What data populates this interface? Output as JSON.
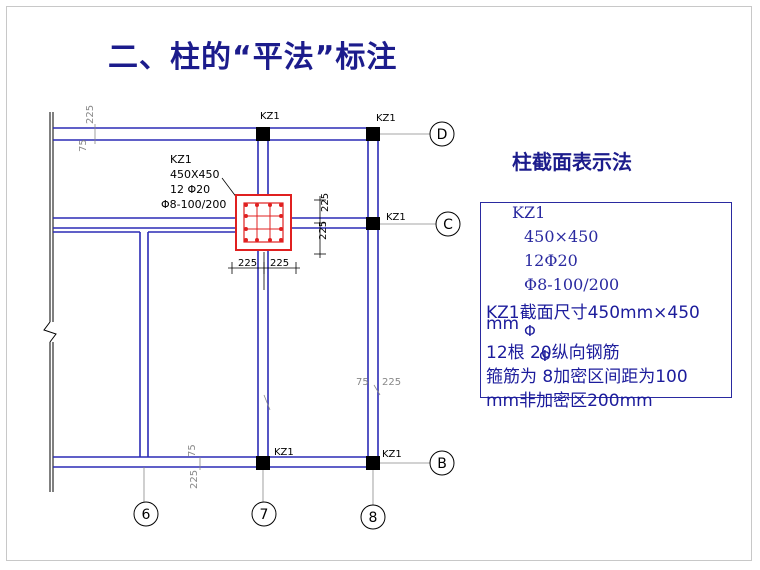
{
  "title": "二、柱的“平法”标注",
  "section_title": "柱截面表示法",
  "legend": {
    "line1": "KZ1",
    "line2": "450×450",
    "line3": "12Φ20",
    "line4": "Φ8-100/200"
  },
  "description": {
    "line1": "KZ1截面尺寸450mm×450",
    "line2": "mm",
    "phi_a": "Φ",
    "line3": "12根  20纵向钢筋",
    "phi_b": "Φ",
    "line4": "箍筋为  8加密区间距为100",
    "line5": "mm非加密区200mm"
  },
  "drawing": {
    "kz_label": "KZ1",
    "annot_line1": "KZ1",
    "annot_line2": "450X450",
    "annot_line3": "12 Φ20",
    "annot_line4": "Φ8-100/200",
    "dim_225": "225",
    "dim_75": "75",
    "axis_D": "D",
    "axis_C": "C",
    "axis_B": "B",
    "axis_6": "6",
    "axis_7": "7",
    "axis_8": "8"
  },
  "colors": {
    "title": "#1c1c8c",
    "beam": "#2b2bb5",
    "column": "#000000",
    "rebar": "#e02020",
    "dimension": "#000000"
  }
}
